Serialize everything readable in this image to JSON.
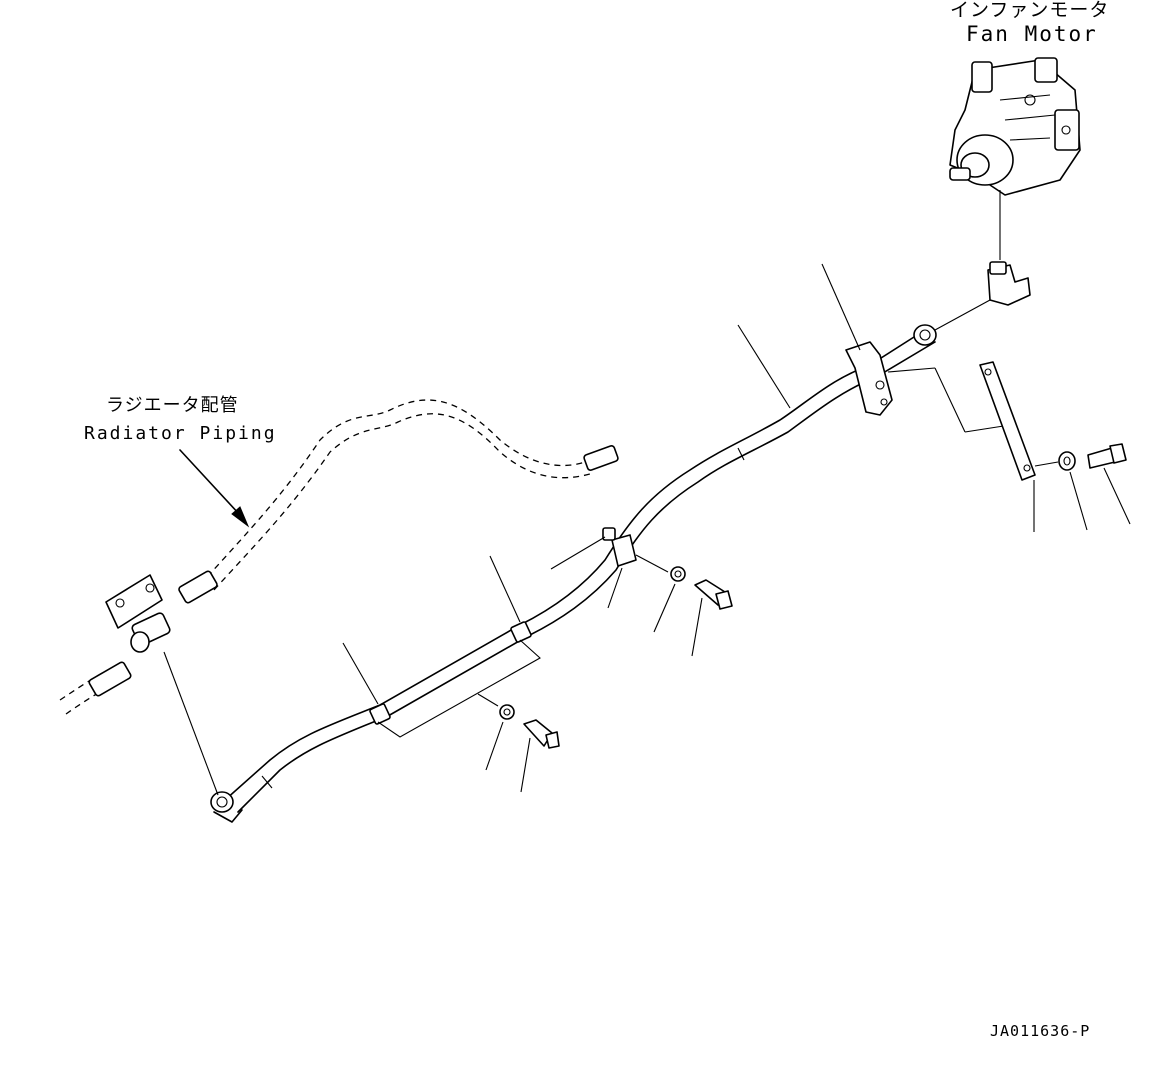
{
  "labels": {
    "fan_motor_ja": "インファンモータ",
    "fan_motor_en": "Fan Motor",
    "radiator_ja": "ラジエータ配管",
    "radiator_en": "Radiator Piping",
    "drawing_code": "JA011636-P"
  },
  "icons": {
    "fan_motor": "fan-motor-icon",
    "elbow_fitting": "elbow-fitting-icon",
    "flange": "flange-icon",
    "bolt": "bolt-icon",
    "washer": "washer-icon",
    "clamp": "clamp-icon",
    "bracket": "bracket-icon",
    "leader_arrow": "arrow-icon"
  },
  "colors": {
    "line": "#000000",
    "background": "#ffffff"
  }
}
